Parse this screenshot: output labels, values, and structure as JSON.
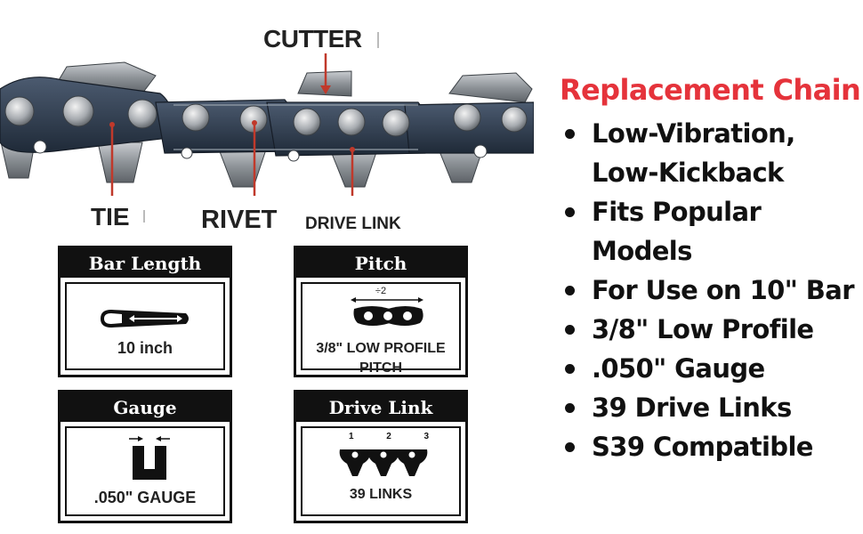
{
  "callouts": {
    "cutter": "CUTTER",
    "tie": "TIE",
    "rivet": "RIVET",
    "drive_link": "DRIVE LINK"
  },
  "cards": {
    "bar_length": {
      "title": "Bar Length",
      "value": "10 inch",
      "icon": "guide-bar-icon"
    },
    "pitch": {
      "title": "Pitch",
      "divider": "÷2",
      "value_line1": "3/8\" LOW PROFILE",
      "value_line2": "PITCH",
      "icon": "chain-pitch-icon"
    },
    "gauge": {
      "title": "Gauge",
      "value": ".050\" GAUGE",
      "icon": "gauge-groove-icon"
    },
    "drive_link": {
      "title": "Drive Link",
      "numbers": [
        "1",
        "2",
        "3"
      ],
      "value": "39 LINKS",
      "icon": "drive-links-icon"
    }
  },
  "features": {
    "title": "Replacement Chain",
    "items": [
      "Low-Vibration,",
      "Low-Kickback",
      "Fits Popular",
      "Models",
      "For Use on 10\" Bar",
      "3/8\" Low Profile",
      ".050\" Gauge",
      "39 Drive Links",
      "S39 Compatible"
    ],
    "bullet_rows": [
      0,
      2,
      4,
      5,
      6,
      7,
      8
    ]
  },
  "colors": {
    "accent_red": "#e5333b",
    "card_black": "#111111",
    "chain_steel": "#8a8f96",
    "chain_dark": "#2d3a4c",
    "callout_line": "#c0392b"
  }
}
